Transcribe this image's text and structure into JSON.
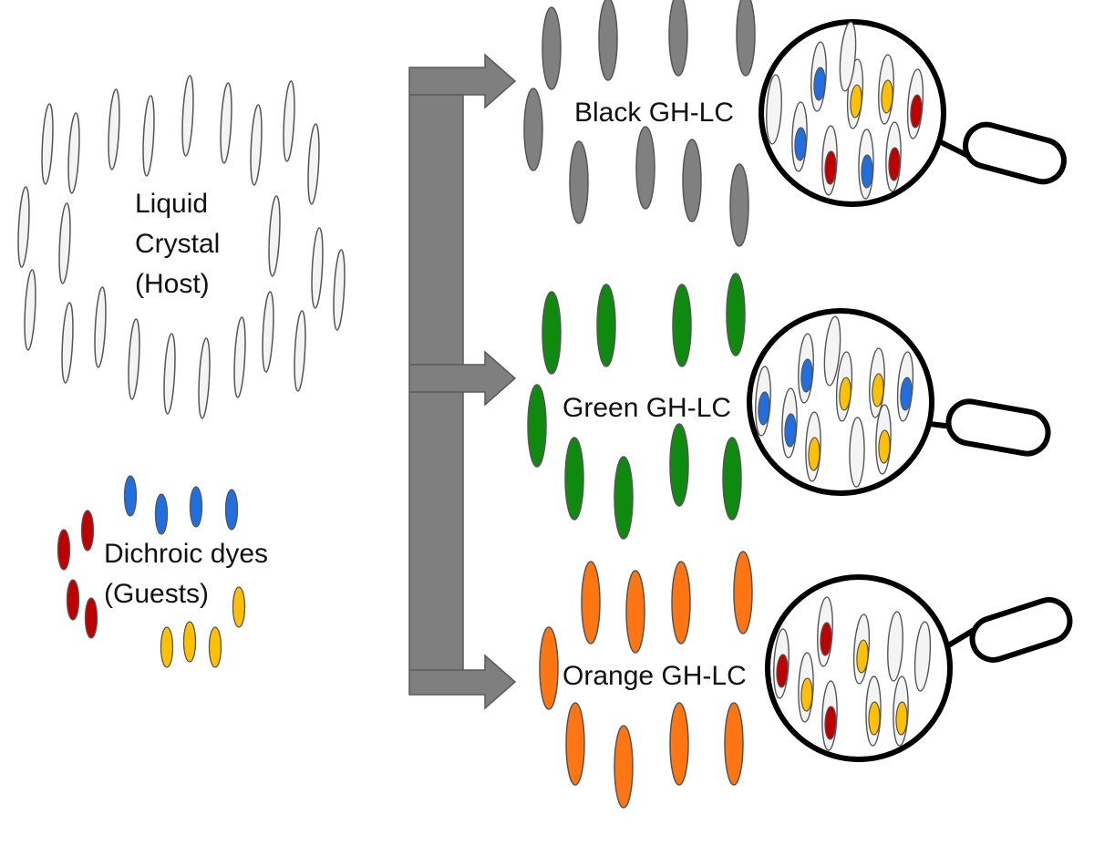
{
  "labels": {
    "host_line1": "Liquid",
    "host_line2": "Crystal",
    "host_line3": "(Host)",
    "guests_line1": "Dichroic dyes",
    "guests_line2": "(Guests)",
    "mixture_black": "Black GH-LC",
    "mixture_green": "Green GH-LC",
    "mixture_orange": "Orange GH-LC"
  },
  "colors": {
    "host": "#f4f4f4",
    "outline": "#555555",
    "dye_red": "#c00000",
    "dye_blue": "#1f6fe0",
    "dye_yellow": "#ffc000",
    "mixture_black": "#808080",
    "mixture_green": "#0e8a0e",
    "mixture_orange": "#ff7511",
    "arrow": "#7f7f7f"
  },
  "magnifier_contents": {
    "black": [
      "blue",
      "blue",
      "blue",
      "yellow",
      "yellow",
      "red",
      "red",
      "red"
    ],
    "green": [
      "blue",
      "blue",
      "blue",
      "blue",
      "yellow",
      "yellow",
      "yellow",
      "yellow"
    ],
    "orange": [
      "red",
      "red",
      "red",
      "yellow",
      "yellow",
      "yellow",
      "yellow"
    ]
  }
}
